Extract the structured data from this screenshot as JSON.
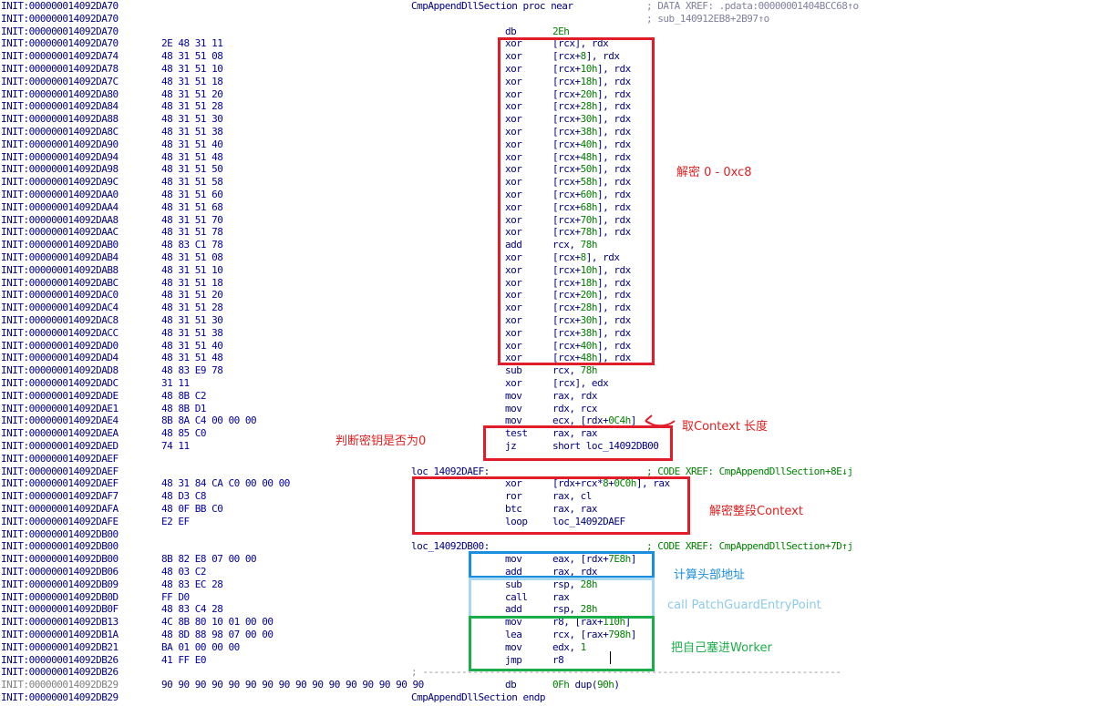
{
  "colors": {
    "red": "#e11d2a",
    "blue": "#1a8fe0",
    "lightblue": "#a9d8ee",
    "green": "#1aae4a",
    "red_text": "#e02020",
    "blue_text": "#1a8fe0",
    "lightblue_text": "#8ecbe8",
    "green_text": "#1aae4a"
  },
  "annotations": {
    "decrypt_range": "解密 0 - 0xc8",
    "get_context_length": "取Context 长度",
    "check_key_zero": "判断密钥是否为0",
    "decrypt_context": "解密整段Context",
    "compute_header": "计算头部地址",
    "call_entry": "call PatchGuardEntryPoint",
    "push_worker": "把自己塞进Worker"
  },
  "lines": [
    {
      "addr": "INIT:000000014092DA70",
      "label": "CmpAppendDllSection proc near",
      "comment": "; DATA XREF: .pdata:00000001404BCC68↑o"
    },
    {
      "addr": "INIT:000000014092DA70",
      "comment": "; sub_140912EB8+2B97↑o"
    },
    {
      "addr": "INIT:000000014092DA70",
      "mnem": "db",
      "ops": "2Eh",
      "ops_num": true
    },
    {
      "addr": "INIT:000000014092DA70",
      "bytes": "2E 48 31 11",
      "mnem": "xor",
      "ops": "[rcx], rdx"
    },
    {
      "addr": "INIT:000000014092DA74",
      "bytes": "48 31 51 08",
      "mnem": "xor",
      "ops": "[rcx+8], rdx"
    },
    {
      "addr": "INIT:000000014092DA78",
      "bytes": "48 31 51 10",
      "mnem": "xor",
      "ops": "[rcx+10h], rdx"
    },
    {
      "addr": "INIT:000000014092DA7C",
      "bytes": "48 31 51 18",
      "mnem": "xor",
      "ops": "[rcx+18h], rdx"
    },
    {
      "addr": "INIT:000000014092DA80",
      "bytes": "48 31 51 20",
      "mnem": "xor",
      "ops": "[rcx+20h], rdx"
    },
    {
      "addr": "INIT:000000014092DA84",
      "bytes": "48 31 51 28",
      "mnem": "xor",
      "ops": "[rcx+28h], rdx"
    },
    {
      "addr": "INIT:000000014092DA88",
      "bytes": "48 31 51 30",
      "mnem": "xor",
      "ops": "[rcx+30h], rdx"
    },
    {
      "addr": "INIT:000000014092DA8C",
      "bytes": "48 31 51 38",
      "mnem": "xor",
      "ops": "[rcx+38h], rdx"
    },
    {
      "addr": "INIT:000000014092DA90",
      "bytes": "48 31 51 40",
      "mnem": "xor",
      "ops": "[rcx+40h], rdx"
    },
    {
      "addr": "INIT:000000014092DA94",
      "bytes": "48 31 51 48",
      "mnem": "xor",
      "ops": "[rcx+48h], rdx"
    },
    {
      "addr": "INIT:000000014092DA98",
      "bytes": "48 31 51 50",
      "mnem": "xor",
      "ops": "[rcx+50h], rdx"
    },
    {
      "addr": "INIT:000000014092DA9C",
      "bytes": "48 31 51 58",
      "mnem": "xor",
      "ops": "[rcx+58h], rdx"
    },
    {
      "addr": "INIT:000000014092DAA0",
      "bytes": "48 31 51 60",
      "mnem": "xor",
      "ops": "[rcx+60h], rdx"
    },
    {
      "addr": "INIT:000000014092DAA4",
      "bytes": "48 31 51 68",
      "mnem": "xor",
      "ops": "[rcx+68h], rdx"
    },
    {
      "addr": "INIT:000000014092DAA8",
      "bytes": "48 31 51 70",
      "mnem": "xor",
      "ops": "[rcx+70h], rdx"
    },
    {
      "addr": "INIT:000000014092DAAC",
      "bytes": "48 31 51 78",
      "mnem": "xor",
      "ops": "[rcx+78h], rdx"
    },
    {
      "addr": "INIT:000000014092DAB0",
      "bytes": "48 83 C1 78",
      "mnem": "add",
      "ops": "rcx, 78h"
    },
    {
      "addr": "INIT:000000014092DAB4",
      "bytes": "48 31 51 08",
      "mnem": "xor",
      "ops": "[rcx+8], rdx"
    },
    {
      "addr": "INIT:000000014092DAB8",
      "bytes": "48 31 51 10",
      "mnem": "xor",
      "ops": "[rcx+10h], rdx"
    },
    {
      "addr": "INIT:000000014092DABC",
      "bytes": "48 31 51 18",
      "mnem": "xor",
      "ops": "[rcx+18h], rdx"
    },
    {
      "addr": "INIT:000000014092DAC0",
      "bytes": "48 31 51 20",
      "mnem": "xor",
      "ops": "[rcx+20h], rdx"
    },
    {
      "addr": "INIT:000000014092DAC4",
      "bytes": "48 31 51 28",
      "mnem": "xor",
      "ops": "[rcx+28h], rdx"
    },
    {
      "addr": "INIT:000000014092DAC8",
      "bytes": "48 31 51 30",
      "mnem": "xor",
      "ops": "[rcx+30h], rdx"
    },
    {
      "addr": "INIT:000000014092DACC",
      "bytes": "48 31 51 38",
      "mnem": "xor",
      "ops": "[rcx+38h], rdx"
    },
    {
      "addr": "INIT:000000014092DAD0",
      "bytes": "48 31 51 40",
      "mnem": "xor",
      "ops": "[rcx+40h], rdx"
    },
    {
      "addr": "INIT:000000014092DAD4",
      "bytes": "48 31 51 48",
      "mnem": "xor",
      "ops": "[rcx+48h], rdx"
    },
    {
      "addr": "INIT:000000014092DAD8",
      "bytes": "48 83 E9 78",
      "mnem": "sub",
      "ops": "rcx, 78h"
    },
    {
      "addr": "INIT:000000014092DADC",
      "bytes": "31 11",
      "mnem": "xor",
      "ops": "[rcx], edx"
    },
    {
      "addr": "INIT:000000014092DADE",
      "bytes": "48 8B C2",
      "mnem": "mov",
      "ops": "rax, rdx"
    },
    {
      "addr": "INIT:000000014092DAE1",
      "bytes": "48 8B D1",
      "mnem": "mov",
      "ops": "rdx, rcx"
    },
    {
      "addr": "INIT:000000014092DAE4",
      "bytes": "8B 8A C4 00 00 00",
      "mnem": "mov",
      "ops": "ecx, [rdx+0C4h]"
    },
    {
      "addr": "INIT:000000014092DAEA",
      "bytes": "48 85 C0",
      "mnem": "test",
      "ops": "rax, rax"
    },
    {
      "addr": "INIT:000000014092DAED",
      "bytes": "74 11",
      "mnem": "jz",
      "ops": "short loc_14092DB00"
    },
    {
      "addr": "INIT:000000014092DAEF"
    },
    {
      "addr": "INIT:000000014092DAEF",
      "label": "loc_14092DAEF:",
      "xref": "; CODE XREF: CmpAppendDllSection+8E↓j"
    },
    {
      "addr": "INIT:000000014092DAEF",
      "bytes": "48 31 84 CA C0 00 00 00",
      "mnem": "xor",
      "ops": "[rdx+rcx*8+0C0h], rax"
    },
    {
      "addr": "INIT:000000014092DAF7",
      "bytes": "48 D3 C8",
      "mnem": "ror",
      "ops": "rax, cl"
    },
    {
      "addr": "INIT:000000014092DAFA",
      "bytes": "48 0F BB C0",
      "mnem": "btc",
      "ops": "rax, rax"
    },
    {
      "addr": "INIT:000000014092DAFE",
      "bytes": "E2 EF",
      "mnem": "loop",
      "ops": "loc_14092DAEF"
    },
    {
      "addr": "INIT:000000014092DB00"
    },
    {
      "addr": "INIT:000000014092DB00",
      "label": "loc_14092DB00:",
      "xref": "; CODE XREF: CmpAppendDllSection+7D↑j"
    },
    {
      "addr": "INIT:000000014092DB00",
      "bytes": "8B 82 E8 07 00 00",
      "mnem": "mov",
      "ops": "eax, [rdx+7E8h]"
    },
    {
      "addr": "INIT:000000014092DB06",
      "bytes": "48 03 C2",
      "mnem": "add",
      "ops": "rax, rdx"
    },
    {
      "addr": "INIT:000000014092DB09",
      "bytes": "48 83 EC 28",
      "mnem": "sub",
      "ops": "rsp, 28h"
    },
    {
      "addr": "INIT:000000014092DB0D",
      "bytes": "FF D0",
      "mnem": "call",
      "ops": "rax"
    },
    {
      "addr": "INIT:000000014092DB0F",
      "bytes": "48 83 C4 28",
      "mnem": "add",
      "ops": "rsp, 28h"
    },
    {
      "addr": "INIT:000000014092DB13",
      "bytes": "4C 8B 80 10 01 00 00",
      "mnem": "mov",
      "ops": "r8, [rax+110h]"
    },
    {
      "addr": "INIT:000000014092DB1A",
      "bytes": "48 8D 88 98 07 00 00",
      "mnem": "lea",
      "ops": "rcx, [rax+798h]"
    },
    {
      "addr": "INIT:000000014092DB21",
      "bytes": "BA 01 00 00 00",
      "mnem": "mov",
      "ops": "edx, 1"
    },
    {
      "addr": "INIT:000000014092DB26",
      "bytes": "41 FF E0",
      "mnem": "jmp",
      "ops": "r8"
    },
    {
      "addr": "INIT:000000014092DB26",
      "sep": "; ---------------------------------------------------------------------------"
    },
    {
      "addr": "INIT:000000014092DB29",
      "bytes": "90 90 90 90 90 90 90 90 90 90 90 90 90 90 90 90",
      "mnem": "db",
      "ops": "0Fh dup(90h)",
      "gray": true
    },
    {
      "addr": "INIT:000000014092DB29",
      "label": "CmpAppendDllSection endp"
    }
  ]
}
